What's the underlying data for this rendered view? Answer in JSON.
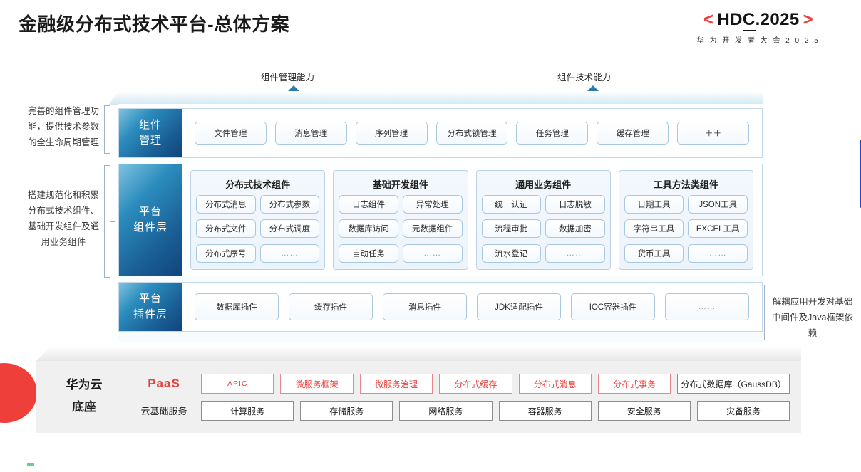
{
  "header": {
    "title": "金融级分布式技术平台-总体方案",
    "logo_main_left": "<",
    "logo_main_text_a": "HD",
    "logo_main_text_b": "C",
    "logo_main_text_c": ".2025",
    "logo_main_right": ">",
    "logo_sub": "华 为 开 发 者 大 会 2 0 2 5"
  },
  "colors": {
    "accent_red": "#e8413c",
    "accent_blue": "#1a5f96",
    "panel_blue_light": "#cfe6f3",
    "slab_gray": "#f0f0f0",
    "lens_blue": "#1a46d0"
  },
  "arrows": [
    {
      "label": "组件管理能力"
    },
    {
      "label": "组件技术能力"
    }
  ],
  "side_notes": {
    "left": [
      "完善的组件管理功能，提供技术参数的全生命周期管理",
      "搭建规范化和积累分布式技术组件、基础开发组件及通用业务组件"
    ],
    "right": "解耦应用开发对基础中间件及Java框架依赖"
  },
  "layers": {
    "manage": {
      "label_line1": "组件",
      "label_line2": "管理",
      "items": [
        "文件管理",
        "消息管理",
        "序列管理",
        "分布式锁管理",
        "任务管理",
        "缓存管理",
        "＋＋"
      ]
    },
    "platform": {
      "label_line1": "平台",
      "label_line2": "组件层",
      "groups": [
        {
          "title": "分布式技术组件",
          "items": [
            "分布式消息",
            "分布式参数",
            "分布式文件",
            "分布式调度",
            "分布式序号",
            "……"
          ]
        },
        {
          "title": "基础开发组件",
          "items": [
            "日志组件",
            "异常处理",
            "数据库访问",
            "元数据组件",
            "自动任务",
            "……"
          ]
        },
        {
          "title": "通用业务组件",
          "items": [
            "统一认证",
            "日志脱敏",
            "流程审批",
            "数据加密",
            "流水登记",
            "……"
          ]
        },
        {
          "title": "工具方法类组件",
          "items": [
            "日期工具",
            "JSON工具",
            "字符串工具",
            "EXCEL工具",
            "货币工具",
            "……"
          ]
        }
      ]
    },
    "plugin": {
      "label_line1": "平台",
      "label_line2": "插件层",
      "items": [
        "数据库插件",
        "缓存插件",
        "消息插件",
        "JDK适配插件",
        "IOC容器插件",
        "……"
      ]
    }
  },
  "cloud": {
    "title_line1": "华为云",
    "title_line2": "底座",
    "paas_label": "PaaS",
    "infra_label": "云基础服务",
    "paas_items": [
      {
        "text": "APIC",
        "style": "red-small"
      },
      {
        "text": "微服务框架",
        "style": "red"
      },
      {
        "text": "微服务治理",
        "style": "red"
      },
      {
        "text": "分布式缓存",
        "style": "red"
      },
      {
        "text": "分布式消息",
        "style": "red"
      },
      {
        "text": "分布式事务",
        "style": "red"
      },
      {
        "text": "分布式数据库（GaussDB）",
        "style": "gray-wide"
      }
    ],
    "infra_items": [
      "计算服务",
      "存储服务",
      "网络服务",
      "容器服务",
      "安全服务",
      "灾备服务"
    ]
  }
}
